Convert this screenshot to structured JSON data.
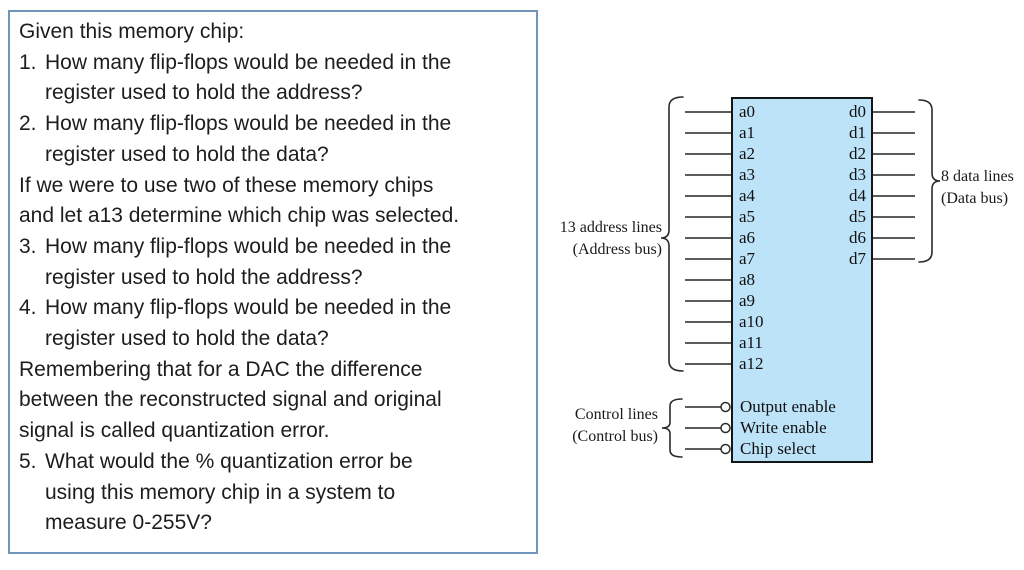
{
  "question_box": {
    "lines": [
      {
        "marker": "",
        "indent": 0,
        "text": "Given this memory chip:"
      },
      {
        "marker": "1.",
        "indent": 0,
        "text": "How many flip-flops would be needed in the"
      },
      {
        "marker": "",
        "indent": 1,
        "text": "register used to hold the address?"
      },
      {
        "marker": "2.",
        "indent": 0,
        "text": "How many flip-flops would be needed in the"
      },
      {
        "marker": "",
        "indent": 1,
        "text": "register used to hold the data?"
      },
      {
        "marker": "",
        "indent": 0,
        "text": "If we were to use two of these memory chips"
      },
      {
        "marker": "",
        "indent": 0,
        "text": "and let a13 determine which chip was selected."
      },
      {
        "marker": "3.",
        "indent": 0,
        "text": "How many flip-flops would be needed in the"
      },
      {
        "marker": "",
        "indent": 1,
        "text": "register used to hold the address?"
      },
      {
        "marker": "4.",
        "indent": 0,
        "text": "How many flip-flops would be needed in the"
      },
      {
        "marker": "",
        "indent": 1,
        "text": "register used to hold the data?"
      },
      {
        "marker": "",
        "indent": 0,
        "text": "Remembering that for a DAC the difference"
      },
      {
        "marker": "",
        "indent": 0,
        "text": "between the reconstructed signal and original"
      },
      {
        "marker": "",
        "indent": 0,
        "text": "signal is called quantization error."
      },
      {
        "marker": "5.",
        "indent": 0,
        "text": "What would the % quantization error be"
      },
      {
        "marker": "",
        "indent": 1,
        "text": "using this memory chip in a system to"
      },
      {
        "marker": "",
        "indent": 1,
        "text": "measure 0-255V?"
      }
    ]
  },
  "diagram": {
    "chip": {
      "address_pins": [
        "a0",
        "a1",
        "a2",
        "a3",
        "a4",
        "a5",
        "a6",
        "a7",
        "a8",
        "a9",
        "a10",
        "a11",
        "a12"
      ],
      "data_pins": [
        "d0",
        "d1",
        "d2",
        "d3",
        "d4",
        "d5",
        "d6",
        "d7"
      ],
      "control_pins": [
        "Output enable",
        "Write enable",
        "Chip select"
      ],
      "fill_color": "#BDE3F8"
    },
    "labels": {
      "address_bus_line1": "13 address lines",
      "address_bus_line2": "(Address bus)",
      "data_bus_line1": "8 data lines",
      "data_bus_line2": "(Data bus)",
      "control_bus_line1": "Control lines",
      "control_bus_line2": "(Control bus)"
    }
  },
  "colors": {
    "chip_fill": "#BDE3F8",
    "chip_border": "#161616",
    "wire": "#454545",
    "question_box_border": "#6f96b8",
    "question_text": "#1d1d1d"
  }
}
